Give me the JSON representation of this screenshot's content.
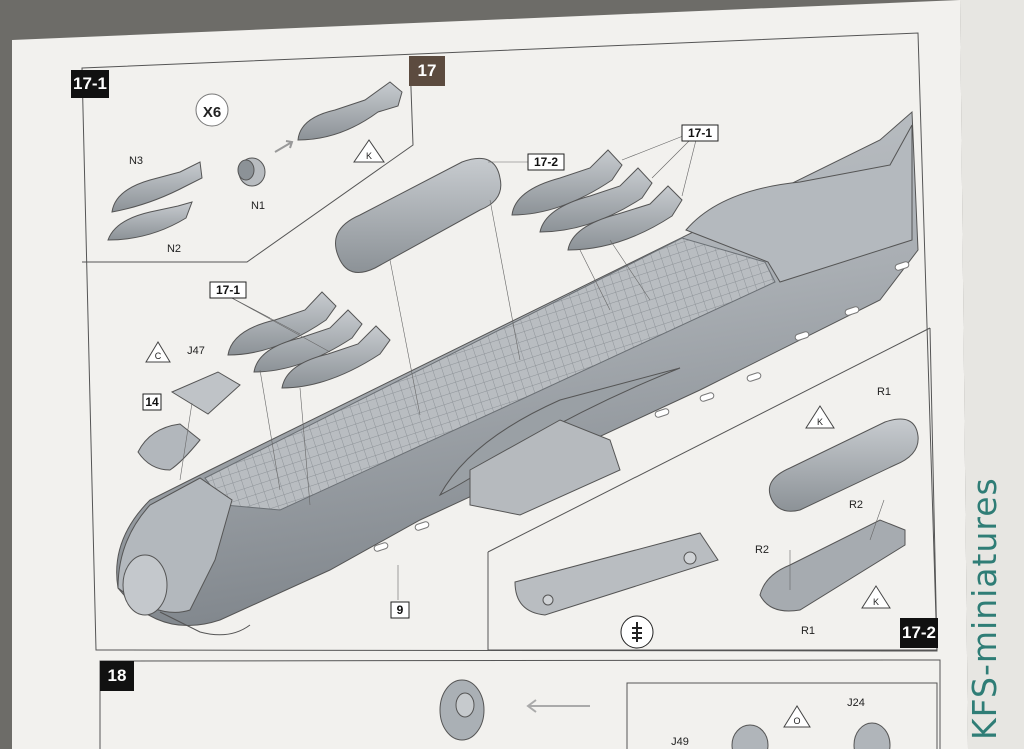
{
  "steps": {
    "s17_1": "17-1",
    "s17": "17",
    "s18": "18",
    "s17_2": "17-2"
  },
  "subassembly": {
    "quantity": "X6",
    "parts": [
      "N3",
      "N1",
      "N2"
    ],
    "reference_mark": "K"
  },
  "main": {
    "callout_17_2": "17-2",
    "callout_17_1_top": "17-1",
    "callout_17_1_left": "17-1",
    "part_j47": "J47",
    "mark_c": "C",
    "callout_14": "14",
    "callout_9": "9"
  },
  "inset_17_2": {
    "part_r1_top": "R1",
    "part_r1_bottom": "R1",
    "part_r2_right": "R2",
    "part_r2_left": "R2",
    "mark_k_top": "K",
    "mark_k_bottom": "K"
  },
  "step18": {
    "part_j24": "J24",
    "part_j49": "J49",
    "mark_o": "O"
  },
  "watermark": "KFS-miniatures",
  "colors": {
    "paper": "#f2f1ee",
    "part_grey": "#a7acb1",
    "step17_tag": "#5c4b3f",
    "watermark": "#2f7d76"
  }
}
